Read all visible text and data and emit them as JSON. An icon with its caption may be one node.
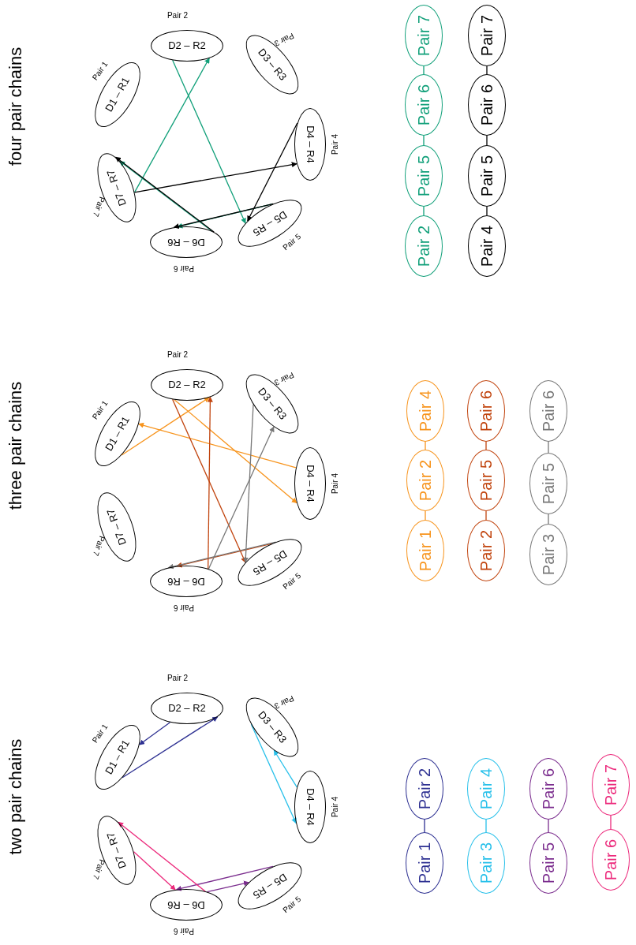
{
  "diagram": {
    "nodes": [
      {
        "text": [
          "D1 – R1",
          "Pair 1"
        ]
      },
      {
        "text": [
          "Pair 2",
          "D2 – R2"
        ]
      },
      {
        "text": [
          "D3 – R3",
          "Pair 3"
        ]
      },
      {
        "text": [
          "D4 – R4",
          "Pair 4"
        ]
      },
      {
        "text": [
          "D5 – R5",
          "Pair 5"
        ]
      },
      {
        "text": [
          "D6 – R6",
          "Pair 6"
        ]
      },
      {
        "text": [
          "D7 – R7",
          "Pair 7"
        ]
      },
      {
        "text": [
          "Pair 1"
        ]
      },
      {
        "text": [
          "Pair 2"
        ]
      },
      {
        "text": [
          "Pair 3"
        ]
      },
      {
        "text": [
          "Pair 4"
        ]
      },
      {
        "text": [
          "Pair 5"
        ]
      },
      {
        "text": [
          "Pair 6"
        ]
      },
      {
        "text": [
          "Pair 6"
        ]
      },
      {
        "text": [
          "Pair 7"
        ]
      },
      {
        "text": [
          "D1 – R1",
          "Pair 1"
        ]
      },
      {
        "text": [
          "Pair 2",
          "D2 – R2"
        ]
      },
      {
        "text": [
          "D3 – R3",
          "Pair 3"
        ]
      },
      {
        "text": [
          "D4 – R4",
          "Pair 4"
        ]
      },
      {
        "text": [
          "D5 – R5",
          "Pair 5"
        ]
      },
      {
        "text": [
          "D6 – R6",
          "Pair 6"
        ]
      },
      {
        "text": [
          "D7 – R7",
          "Pair 7"
        ]
      },
      {
        "text": [
          "Pair 1"
        ]
      },
      {
        "text": [
          "Pair 2"
        ]
      },
      {
        "text": [
          "Pair 4"
        ]
      },
      {
        "text": [
          "Pair 2"
        ]
      },
      {
        "text": [
          "Pair 5"
        ]
      },
      {
        "text": [
          "Pair 6"
        ]
      },
      {
        "text": [
          "Pair 3"
        ]
      },
      {
        "text": [
          "Pair 5"
        ]
      },
      {
        "text": [
          "Pair 6"
        ]
      },
      {
        "text": [
          "D1 – R1",
          "Pair 1"
        ]
      },
      {
        "text": [
          "Pair 2",
          "D2 – R2"
        ]
      },
      {
        "text": [
          "D3 – R3",
          "Pair 3"
        ]
      },
      {
        "text": [
          "D4 – R4",
          "Pair 4"
        ]
      },
      {
        "text": [
          "D5 – R5",
          "Pair 5"
        ]
      },
      {
        "text": [
          "D6 – R6",
          "Pair 6"
        ]
      },
      {
        "text": [
          "D7 – R7",
          "Pair 7"
        ]
      },
      {
        "text": [
          "Pair 2"
        ]
      },
      {
        "text": [
          "Pair 5"
        ]
      },
      {
        "text": [
          "Pair 6"
        ]
      },
      {
        "text": [
          "Pair 7"
        ]
      },
      {
        "text": [
          "Pair 4"
        ]
      },
      {
        "text": [
          "Pair 5"
        ]
      },
      {
        "text": [
          "Pair 6"
        ]
      },
      {
        "text": [
          "Pair 7"
        ]
      }
    ],
    "edges": [
      {
        "from": 0,
        "to": 1,
        "arrow": "to",
        "color": "#2e3192"
      },
      {
        "from": 1,
        "to": 0,
        "arrow": "to",
        "color": "#2e3192"
      },
      {
        "from": 2,
        "to": 3,
        "arrow": "to",
        "color": "#27c0ea"
      },
      {
        "from": 3,
        "to": 2,
        "arrow": "to",
        "color": "#27c0ea"
      },
      {
        "from": 4,
        "to": 5,
        "arrow": "to",
        "color": "#7b2d8e"
      },
      {
        "from": 5,
        "to": 4,
        "arrow": "to",
        "color": "#7b2d8e"
      },
      {
        "from": 5,
        "to": 6,
        "arrow": "to",
        "color": "#ec2a7c"
      },
      {
        "from": 6,
        "to": 5,
        "arrow": "to",
        "color": "#ec2a7c"
      },
      {
        "from": 7,
        "to": 8,
        "arrow": "none",
        "color": "#2e3192"
      },
      {
        "from": 9,
        "to": 10,
        "arrow": "none",
        "color": "#27c0ea"
      },
      {
        "from": 11,
        "to": 12,
        "arrow": "none",
        "color": "#7b2d8e"
      },
      {
        "from": 13,
        "to": 14,
        "arrow": "none",
        "color": "#ec2a7c"
      },
      {
        "from": 15,
        "to": 16,
        "arrow": "to",
        "color": "#f7941d"
      },
      {
        "from": 18,
        "to": 15,
        "arrow": "to",
        "color": "#f7941d"
      },
      {
        "from": 16,
        "to": 18,
        "arrow": "to",
        "color": "#f7941d"
      },
      {
        "from": 16,
        "to": 19,
        "arrow": "to",
        "color": "#c1440e"
      },
      {
        "from": 19,
        "to": 20,
        "arrow": "to",
        "color": "#c1440e"
      },
      {
        "from": 20,
        "to": 16,
        "arrow": "to",
        "color": "#c1440e"
      },
      {
        "from": 17,
        "to": 19,
        "arrow": "to",
        "color": "#777777"
      },
      {
        "from": 19,
        "to": 20,
        "arrow": "to",
        "color": "#777777"
      },
      {
        "from": 20,
        "to": 17,
        "arrow": "to",
        "color": "#777777"
      },
      {
        "from": 22,
        "to": 23,
        "arrow": "none",
        "color": "#f7941d"
      },
      {
        "from": 23,
        "to": 24,
        "arrow": "none",
        "color": "#f7941d"
      },
      {
        "from": 25,
        "to": 26,
        "arrow": "none",
        "color": "#c1440e"
      },
      {
        "from": 26,
        "to": 27,
        "arrow": "none",
        "color": "#c1440e"
      },
      {
        "from": 28,
        "to": 29,
        "arrow": "none",
        "color": "#777777"
      },
      {
        "from": 29,
        "to": 30,
        "arrow": "none",
        "color": "#777777"
      },
      {
        "from": 37,
        "to": 32,
        "arrow": "to",
        "color": "#12a07a"
      },
      {
        "from": 32,
        "to": 35,
        "arrow": "to",
        "color": "#12a07a"
      },
      {
        "from": 35,
        "to": 36,
        "arrow": "to",
        "color": "#12a07a"
      },
      {
        "from": 36,
        "to": 37,
        "arrow": "to",
        "color": "#12a07a"
      },
      {
        "from": 37,
        "to": 34,
        "arrow": "to",
        "color": "#000000"
      },
      {
        "from": 34,
        "to": 35,
        "arrow": "to",
        "color": "#000000"
      },
      {
        "from": 35,
        "to": 36,
        "arrow": "to",
        "color": "#000000"
      },
      {
        "from": 36,
        "to": 37,
        "arrow": "to",
        "color": "#000000"
      },
      {
        "from": 38,
        "to": 39,
        "arrow": "none",
        "color": "#12a07a"
      },
      {
        "from": 39,
        "to": 40,
        "arrow": "none",
        "color": "#12a07a"
      },
      {
        "from": 40,
        "to": 41,
        "arrow": "none",
        "color": "#12a07a"
      },
      {
        "from": 42,
        "to": 43,
        "arrow": "none",
        "color": "#000000"
      },
      {
        "from": 43,
        "to": 44,
        "arrow": "none",
        "color": "#000000"
      },
      {
        "from": 44,
        "to": 45,
        "arrow": "none",
        "color": "#000000"
      }
    ],
    "labels": [
      "two pair chains",
      "three pair chains",
      "four pair chains"
    ]
  }
}
